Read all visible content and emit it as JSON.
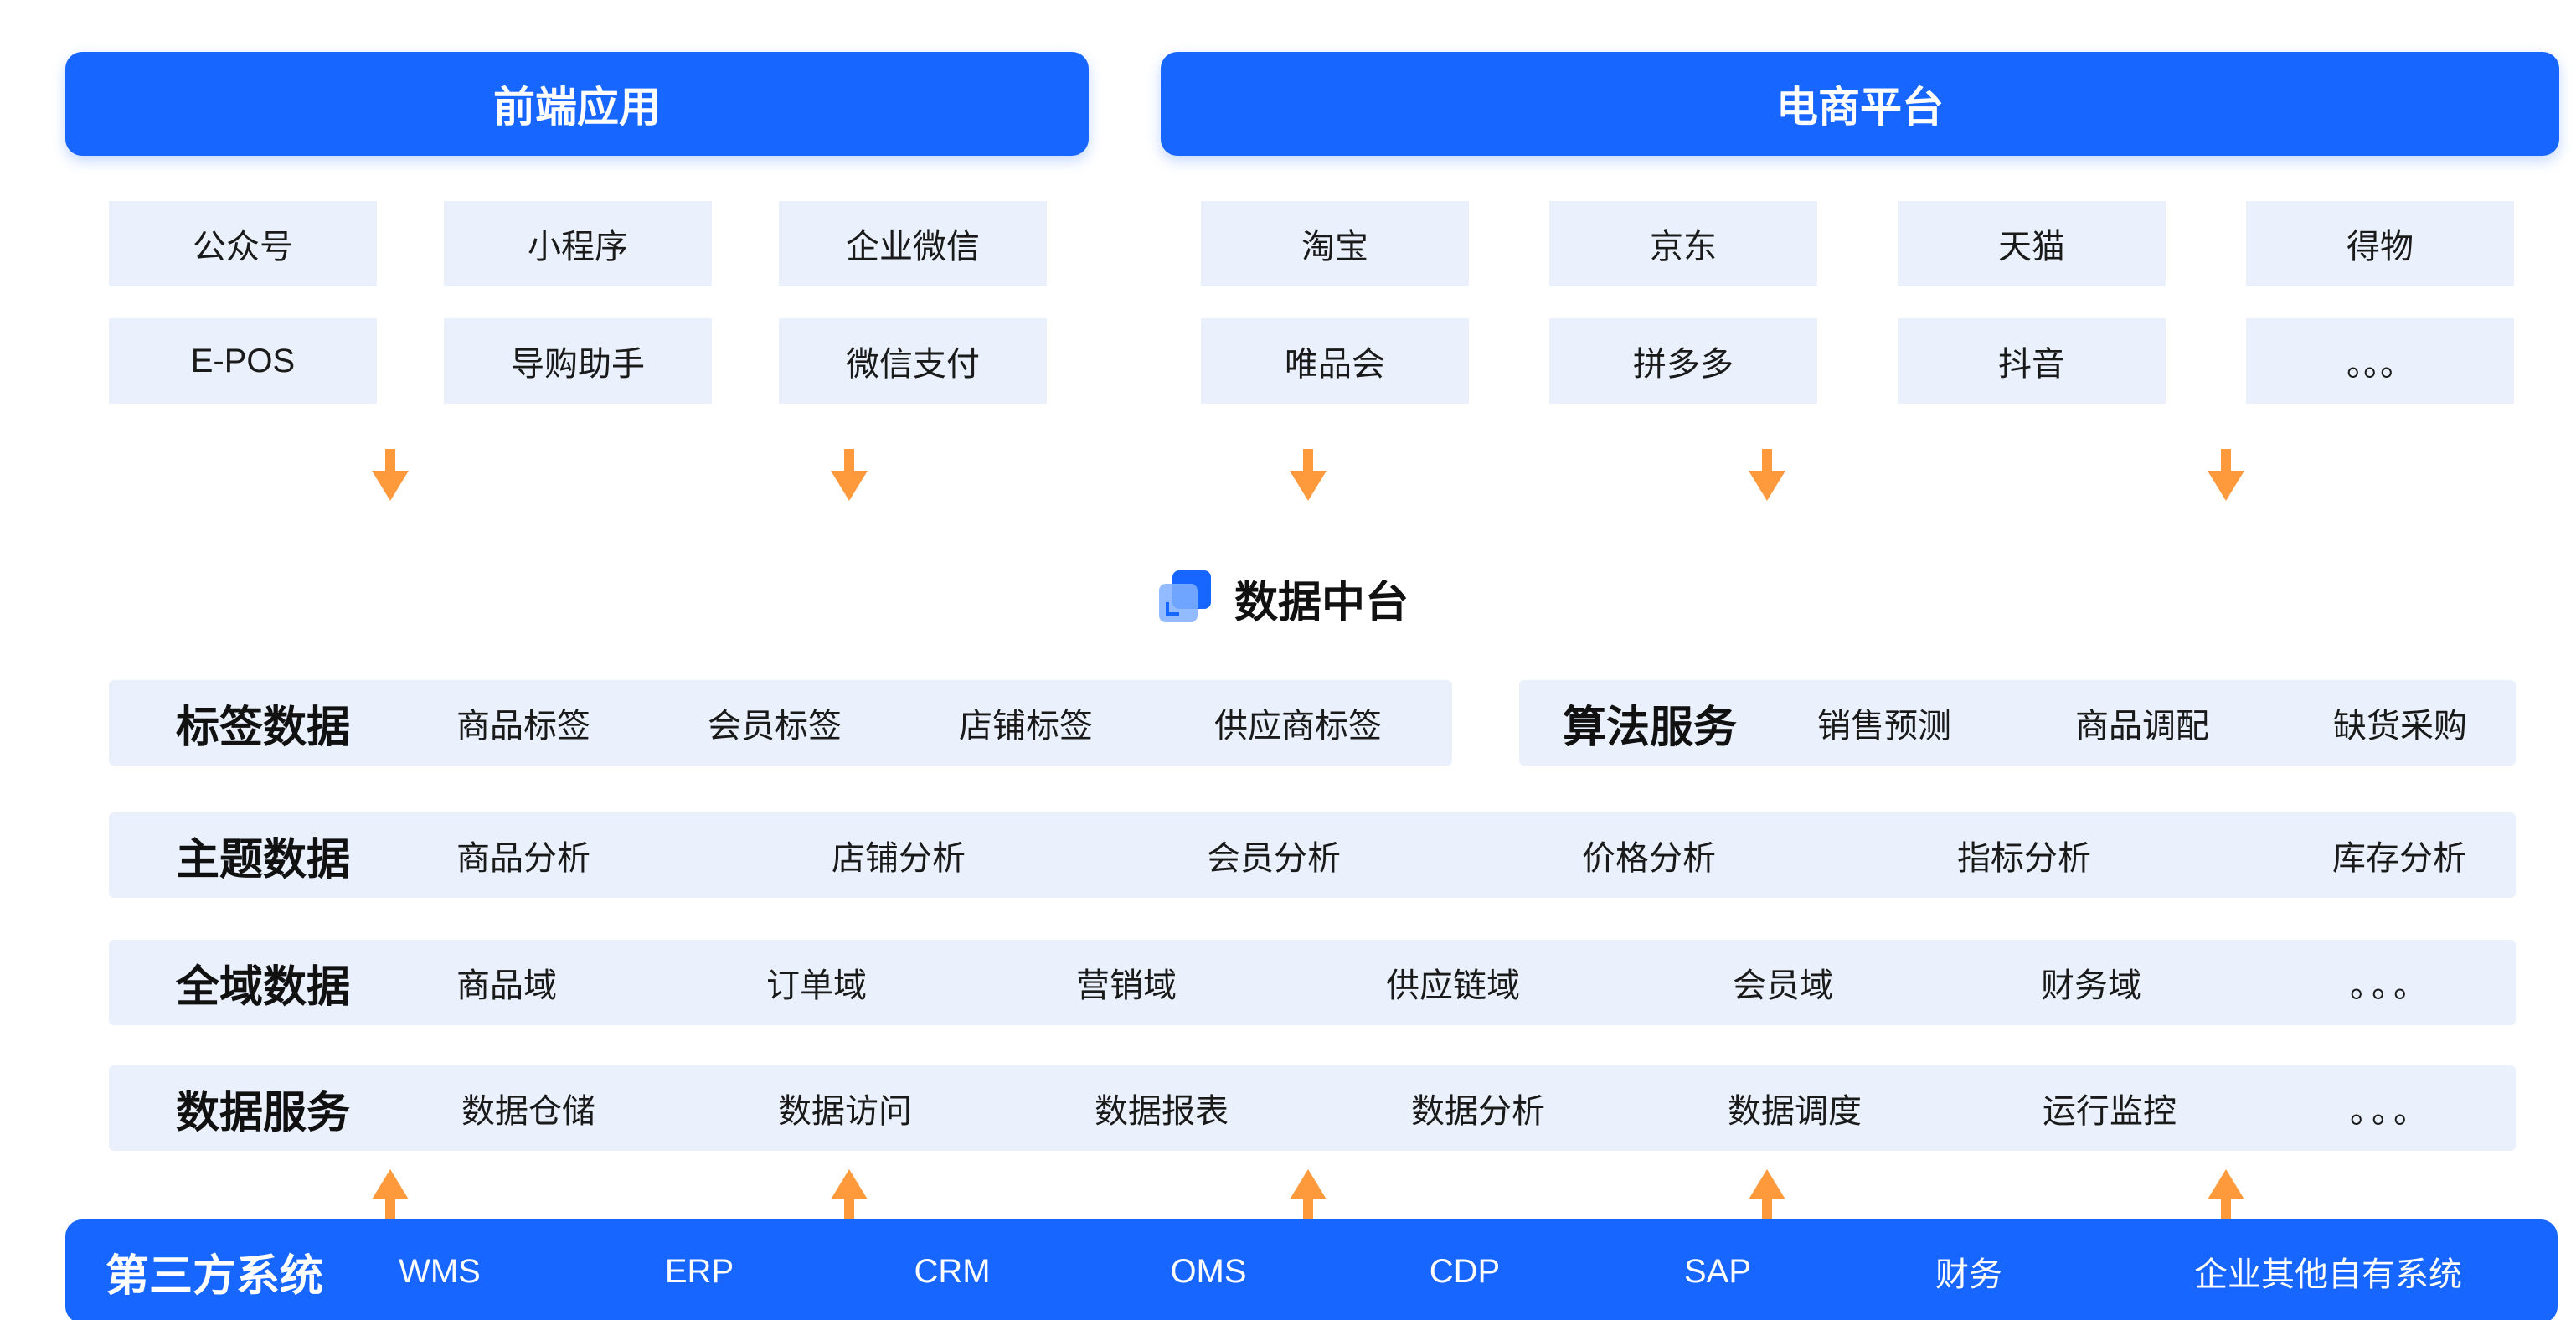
{
  "top": {
    "frontend": {
      "title": "前端应用",
      "items": [
        "公众号",
        "小程序",
        "企业微信",
        "E-POS",
        "导购助手",
        "微信支付"
      ]
    },
    "ecommerce": {
      "title": "电商平台",
      "items": [
        "淘宝",
        "京东",
        "天猫",
        "得物",
        "唯品会",
        "拼多多",
        "抖音",
        "。。。"
      ]
    }
  },
  "hub": {
    "title": "数据中台"
  },
  "rows": {
    "tag_data": {
      "title": "标签数据",
      "items": [
        "商品标签",
        "会员标签",
        "店铺标签",
        "供应商标签"
      ]
    },
    "algo": {
      "title": "算法服务",
      "items": [
        "销售预测",
        "商品调配",
        "缺货采购"
      ]
    },
    "topic_data": {
      "title": "主题数据",
      "items": [
        "商品分析",
        "店铺分析",
        "会员分析",
        "价格分析",
        "指标分析",
        "库存分析"
      ]
    },
    "domain_data": {
      "title": "全域数据",
      "items": [
        "商品域",
        "订单域",
        "营销域",
        "供应链域",
        "会员域",
        "财务域",
        "。。。"
      ]
    },
    "data_service": {
      "title": "数据服务",
      "items": [
        "数据仓储",
        "数据访问",
        "数据报表",
        "数据分析",
        "数据调度",
        "运行监控",
        "。。。"
      ]
    }
  },
  "third_party": {
    "title": "第三方系统",
    "items": [
      "WMS",
      "ERP",
      "CRM",
      "OMS",
      "CDP",
      "SAP",
      "财务",
      "企业其他自有系统"
    ]
  },
  "colors": {
    "primary": "#1766ff",
    "cell_bg": "#eaf1fc",
    "arrow": "#ff9a3c"
  }
}
